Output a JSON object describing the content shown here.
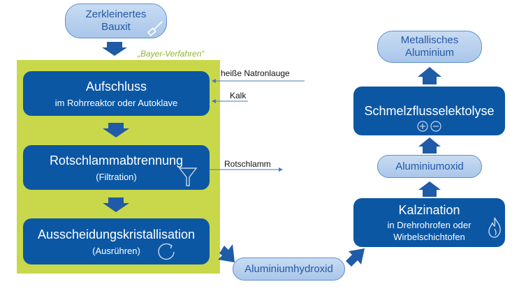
{
  "nodes": {
    "bauxit": {
      "line1": "Zerkleinertes",
      "line2": "Bauxit",
      "icon": "hammer-icon"
    },
    "bayer_label": "„Bayer-Verfahren“",
    "aufschluss": {
      "title": "Aufschluss",
      "subtitle": "im Rohrreaktor oder Autoklave"
    },
    "rotschlamm": {
      "title": "Rotschlammabtrennung",
      "subtitle": "(Filtration)",
      "icon": "funnel-icon"
    },
    "ausscheidung": {
      "title": "Ausscheidungskristallisation",
      "subtitle": "(Ausrühren)",
      "icon": "rotate-icon"
    },
    "hydroxid": {
      "label": "Aluminiumhydroxid"
    },
    "kalzination": {
      "title": "Kalzination",
      "line2": "in Drehrohrofen oder",
      "line3": "Wirbelschichtofen",
      "icon": "flame-icon"
    },
    "oxid": {
      "label": "Aluminiumoxid"
    },
    "elektrolyse": {
      "title": "Schmelzflusselektolyse",
      "icon": "plus-minus-icon"
    },
    "metall": {
      "line1": "Metallisches",
      "line2": "Aluminium"
    }
  },
  "side_labels": {
    "natronlauge": "heiße Natronlauge",
    "kalk": "Kalk",
    "rotschlamm_out": "Rotschlamm"
  },
  "colors": {
    "box_blue": "#0b57a4",
    "pill_light": "#b8d1ee",
    "arrow_blue": "#1f5ba6",
    "bayer_green": "#c9d84a"
  }
}
